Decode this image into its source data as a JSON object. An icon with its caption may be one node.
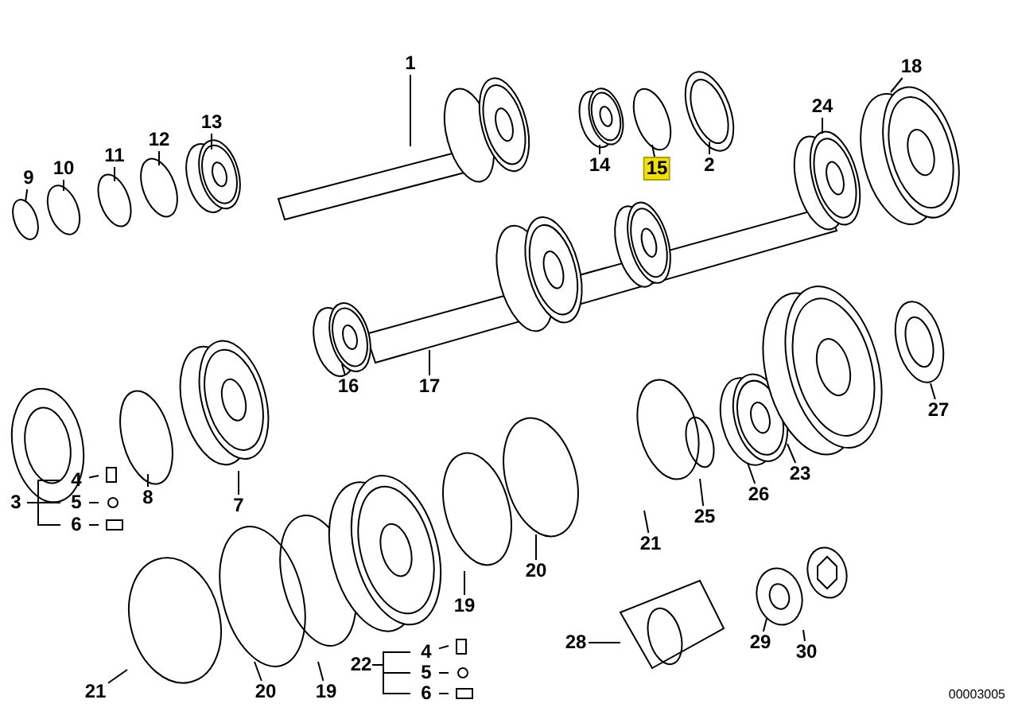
{
  "diagram": {
    "nodes": [
      {
        "text": [
          "1"
        ]
      },
      {
        "text": [
          "9"
        ]
      },
      {
        "text": [
          "10"
        ]
      },
      {
        "text": [
          "11"
        ]
      },
      {
        "text": [
          "12"
        ]
      },
      {
        "text": [
          "13"
        ]
      },
      {
        "text": [
          "14"
        ]
      },
      {
        "text": [
          "15"
        ]
      },
      {
        "text": [
          "2"
        ]
      },
      {
        "text": [
          "18"
        ]
      },
      {
        "text": [
          "24"
        ]
      },
      {
        "text": [
          "16"
        ]
      },
      {
        "text": [
          "17"
        ]
      },
      {
        "text": [
          "7"
        ]
      },
      {
        "text": [
          "8"
        ]
      },
      {
        "text": [
          "3"
        ]
      },
      {
        "text": [
          "4"
        ]
      },
      {
        "text": [
          "5"
        ]
      },
      {
        "text": [
          "6"
        ]
      },
      {
        "text": [
          "27"
        ]
      },
      {
        "text": [
          "23"
        ]
      },
      {
        "text": [
          "26"
        ]
      },
      {
        "text": [
          "25"
        ]
      },
      {
        "text": [
          "21"
        ]
      },
      {
        "text": [
          "20"
        ]
      },
      {
        "text": [
          "19"
        ]
      },
      {
        "text": [
          "22"
        ]
      },
      {
        "text": [
          "4"
        ]
      },
      {
        "text": [
          "5"
        ]
      },
      {
        "text": [
          "6"
        ]
      },
      {
        "text": [
          "28"
        ]
      },
      {
        "text": [
          "29"
        ]
      },
      {
        "text": [
          "30"
        ]
      },
      {
        "text": [
          "21"
        ]
      },
      {
        "text": [
          "20"
        ]
      },
      {
        "text": [
          "19"
        ]
      }
    ],
    "edges": [
      {
        "from": 0,
        "to": null,
        "arrow": "none"
      },
      {
        "from": 1,
        "to": null,
        "arrow": "none"
      },
      {
        "from": 2,
        "to": null,
        "arrow": "none"
      },
      {
        "from": 3,
        "to": null,
        "arrow": "none"
      },
      {
        "from": 4,
        "to": null,
        "arrow": "none"
      },
      {
        "from": 5,
        "to": null,
        "arrow": "none"
      },
      {
        "from": 6,
        "to": null,
        "arrow": "none"
      },
      {
        "from": 7,
        "to": null,
        "arrow": "none"
      },
      {
        "from": 8,
        "to": null,
        "arrow": "none"
      },
      {
        "from": 9,
        "to": null,
        "arrow": "none"
      },
      {
        "from": 10,
        "to": null,
        "arrow": "none"
      },
      {
        "from": 11,
        "to": null,
        "arrow": "none"
      },
      {
        "from": 12,
        "to": null,
        "arrow": "none"
      },
      {
        "from": 13,
        "to": null,
        "arrow": "none"
      },
      {
        "from": 14,
        "to": null,
        "arrow": "none"
      },
      {
        "from": 15,
        "to": 16,
        "arrow": "none"
      },
      {
        "from": 15,
        "to": 17,
        "arrow": "none"
      },
      {
        "from": 15,
        "to": 18,
        "arrow": "none"
      },
      {
        "from": 16,
        "to": null,
        "arrow": "none"
      },
      {
        "from": 17,
        "to": null,
        "arrow": "none"
      },
      {
        "from": 18,
        "to": null,
        "arrow": "none"
      },
      {
        "from": 19,
        "to": null,
        "arrow": "none"
      },
      {
        "from": 20,
        "to": null,
        "arrow": "none"
      },
      {
        "from": 21,
        "to": null,
        "arrow": "none"
      },
      {
        "from": 22,
        "to": null,
        "arrow": "none"
      },
      {
        "from": 23,
        "to": null,
        "arrow": "none"
      },
      {
        "from": 24,
        "to": null,
        "arrow": "none"
      },
      {
        "from": 25,
        "to": null,
        "arrow": "none"
      },
      {
        "from": 26,
        "to": 27,
        "arrow": "none"
      },
      {
        "from": 26,
        "to": 28,
        "arrow": "none"
      },
      {
        "from": 26,
        "to": 29,
        "arrow": "none"
      },
      {
        "from": 27,
        "to": null,
        "arrow": "none"
      },
      {
        "from": 28,
        "to": null,
        "arrow": "none"
      },
      {
        "from": 29,
        "to": null,
        "arrow": "none"
      },
      {
        "from": 30,
        "to": null,
        "arrow": "none"
      },
      {
        "from": 31,
        "to": null,
        "arrow": "none"
      },
      {
        "from": 32,
        "to": null,
        "arrow": "none"
      },
      {
        "from": 33,
        "to": null,
        "arrow": "none"
      },
      {
        "from": 34,
        "to": null,
        "arrow": "none"
      },
      {
        "from": 35,
        "to": null,
        "arrow": "none"
      }
    ],
    "labels": [
      "00003005"
    ]
  }
}
